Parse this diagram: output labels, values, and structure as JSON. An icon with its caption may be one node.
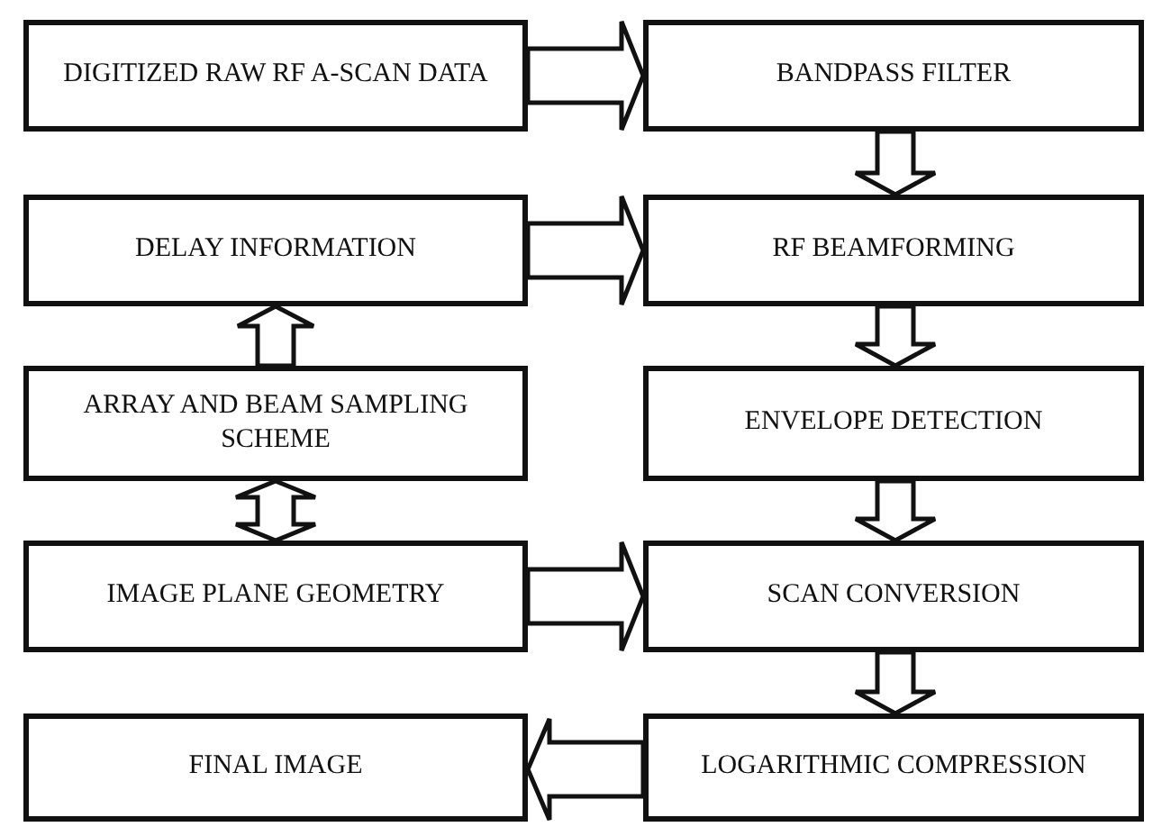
{
  "diagram": {
    "nodes": [
      {
        "text": [
          "DIGITIZED RAW RF A-SCAN DATA"
        ]
      },
      {
        "text": [
          "BANDPASS FILTER"
        ]
      },
      {
        "text": [
          "DELAY INFORMATION"
        ]
      },
      {
        "text": [
          "RF BEAMFORMING"
        ]
      },
      {
        "text": [
          "ARRAY AND BEAM SAMPLING SCHEME"
        ]
      },
      {
        "text": [
          "ENVELOPE DETECTION"
        ]
      },
      {
        "text": [
          "IMAGE PLANE GEOMETRY"
        ]
      },
      {
        "text": [
          "SCAN CONVERSION"
        ]
      },
      {
        "text": [
          "FINAL IMAGE"
        ]
      },
      {
        "text": [
          "LOGARITHMIC COMPRESSION"
        ]
      }
    ],
    "edges": [
      {
        "from": 0,
        "to": 1,
        "arrow": "to"
      },
      {
        "from": 1,
        "to": 3,
        "arrow": "to"
      },
      {
        "from": 2,
        "to": 3,
        "arrow": "to"
      },
      {
        "from": 3,
        "to": 5,
        "arrow": "to"
      },
      {
        "from": 4,
        "to": 2,
        "arrow": "to"
      },
      {
        "from": 4,
        "to": 6,
        "arrow": "both"
      },
      {
        "from": 6,
        "to": 7,
        "arrow": "to"
      },
      {
        "from": 5,
        "to": 7,
        "arrow": "to"
      },
      {
        "from": 7,
        "to": 9,
        "arrow": "to"
      },
      {
        "from": 9,
        "to": 8,
        "arrow": "to"
      }
    ]
  }
}
